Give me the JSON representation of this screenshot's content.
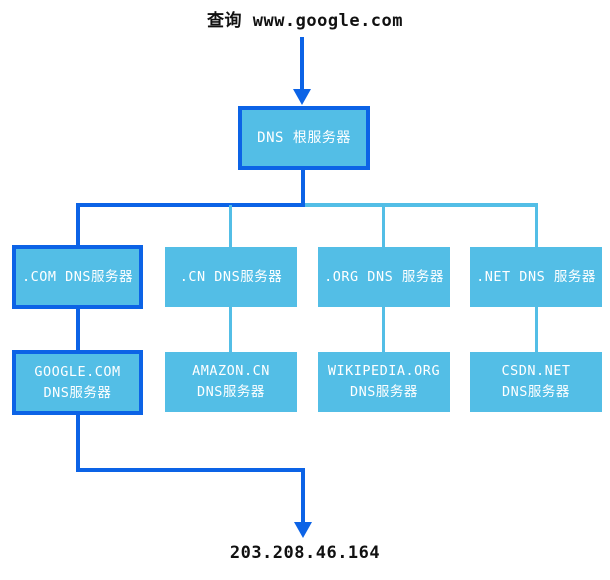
{
  "title": {
    "text": "查询 www.google.com"
  },
  "result_ip": "203.208.46.164",
  "colors": {
    "accent": "#0c63e6",
    "light": "#53bee6",
    "box_text": "#ffffff",
    "text": "#111111"
  },
  "root": {
    "label": "DNS 根服务器",
    "highlighted": true
  },
  "tld_servers": [
    {
      "label": ".COM DNS服务器",
      "highlighted": true
    },
    {
      "label": ".CN DNS服务器",
      "highlighted": false
    },
    {
      "label": ".ORG DNS 服务器",
      "highlighted": false
    },
    {
      "label": ".NET DNS 服务器",
      "highlighted": false
    }
  ],
  "auth_servers": [
    {
      "line1": "GOOGLE.COM",
      "line2": "DNS服务器",
      "highlighted": true
    },
    {
      "line1": "AMAZON.CN",
      "line2": "DNS服务器",
      "highlighted": false
    },
    {
      "line1": "WIKIPEDIA.ORG",
      "line2": "DNS服务器",
      "highlighted": false
    },
    {
      "line1": "CSDN.NET",
      "line2": "DNS服务器",
      "highlighted": false
    }
  ]
}
